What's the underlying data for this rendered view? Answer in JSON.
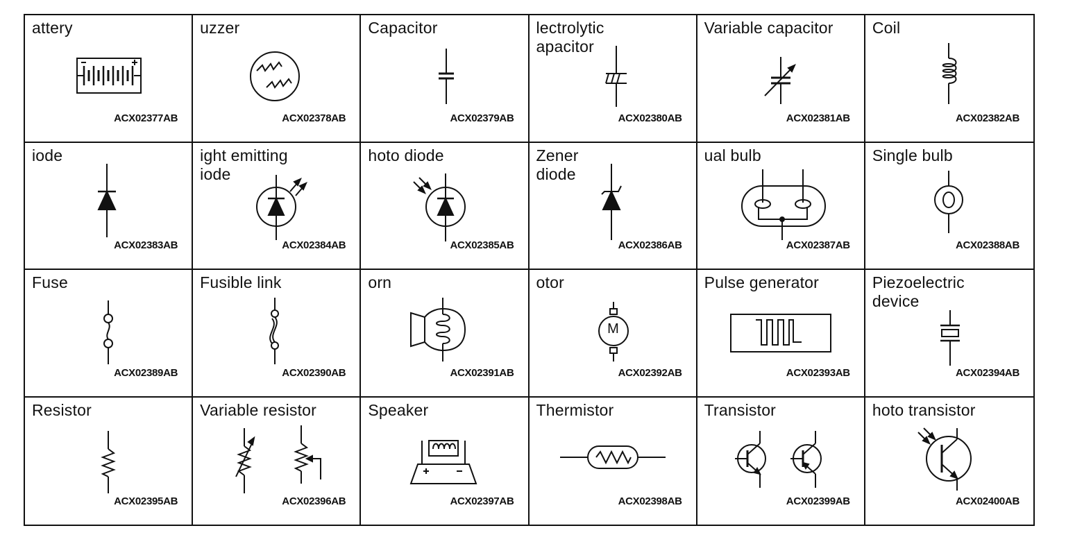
{
  "components": [
    {
      "label": "attery",
      "code": "ACX02377AB",
      "icon": "battery-icon"
    },
    {
      "label": "uzzer",
      "code": "ACX02378AB",
      "icon": "buzzer-icon"
    },
    {
      "label": "Capacitor",
      "code": "ACX02379AB",
      "icon": "capacitor-icon"
    },
    {
      "label": "lectrolytic\napacitor",
      "code": "ACX02380AB",
      "icon": "electrolytic-capacitor-icon"
    },
    {
      "label": "Variable capacitor",
      "code": "ACX02381AB",
      "icon": "variable-capacitor-icon"
    },
    {
      "label": "Coil",
      "code": "ACX02382AB",
      "icon": "coil-icon"
    },
    {
      "label": "iode",
      "code": "ACX02383AB",
      "icon": "diode-icon"
    },
    {
      "label": "ight emitting\niode",
      "code": "ACX02384AB",
      "icon": "led-icon"
    },
    {
      "label": "hoto diode",
      "code": "ACX02385AB",
      "icon": "photo-diode-icon"
    },
    {
      "label": "Zener\ndiode",
      "code": "ACX02386AB",
      "icon": "zener-diode-icon"
    },
    {
      "label": "ual bulb",
      "code": "ACX02387AB",
      "icon": "dual-bulb-icon"
    },
    {
      "label": "Single bulb",
      "code": "ACX02388AB",
      "icon": "single-bulb-icon"
    },
    {
      "label": "Fuse",
      "code": "ACX02389AB",
      "icon": "fuse-icon"
    },
    {
      "label": "Fusible link",
      "code": "ACX02390AB",
      "icon": "fusible-link-icon"
    },
    {
      "label": "orn",
      "code": "ACX02391AB",
      "icon": "horn-icon"
    },
    {
      "label": "otor",
      "code": "ACX02392AB",
      "icon": "motor-icon"
    },
    {
      "label": "Pulse generator",
      "code": "ACX02393AB",
      "icon": "pulse-generator-icon"
    },
    {
      "label": "Piezoelectric\ndevice",
      "code": "ACX02394AB",
      "icon": "piezoelectric-device-icon"
    },
    {
      "label": "Resistor",
      "code": "ACX02395AB",
      "icon": "resistor-icon"
    },
    {
      "label": "Variable resistor",
      "code": "ACX02396AB",
      "icon": "variable-resistor-icon"
    },
    {
      "label": "Speaker",
      "code": "ACX02397AB",
      "icon": "speaker-icon"
    },
    {
      "label": "Thermistor",
      "code": "ACX02398AB",
      "icon": "thermistor-icon"
    },
    {
      "label": "Transistor",
      "code": "ACX02399AB",
      "icon": "transistor-icon"
    },
    {
      "label": "hoto transistor",
      "code": "ACX02400AB",
      "icon": "photo-transistor-icon"
    }
  ]
}
